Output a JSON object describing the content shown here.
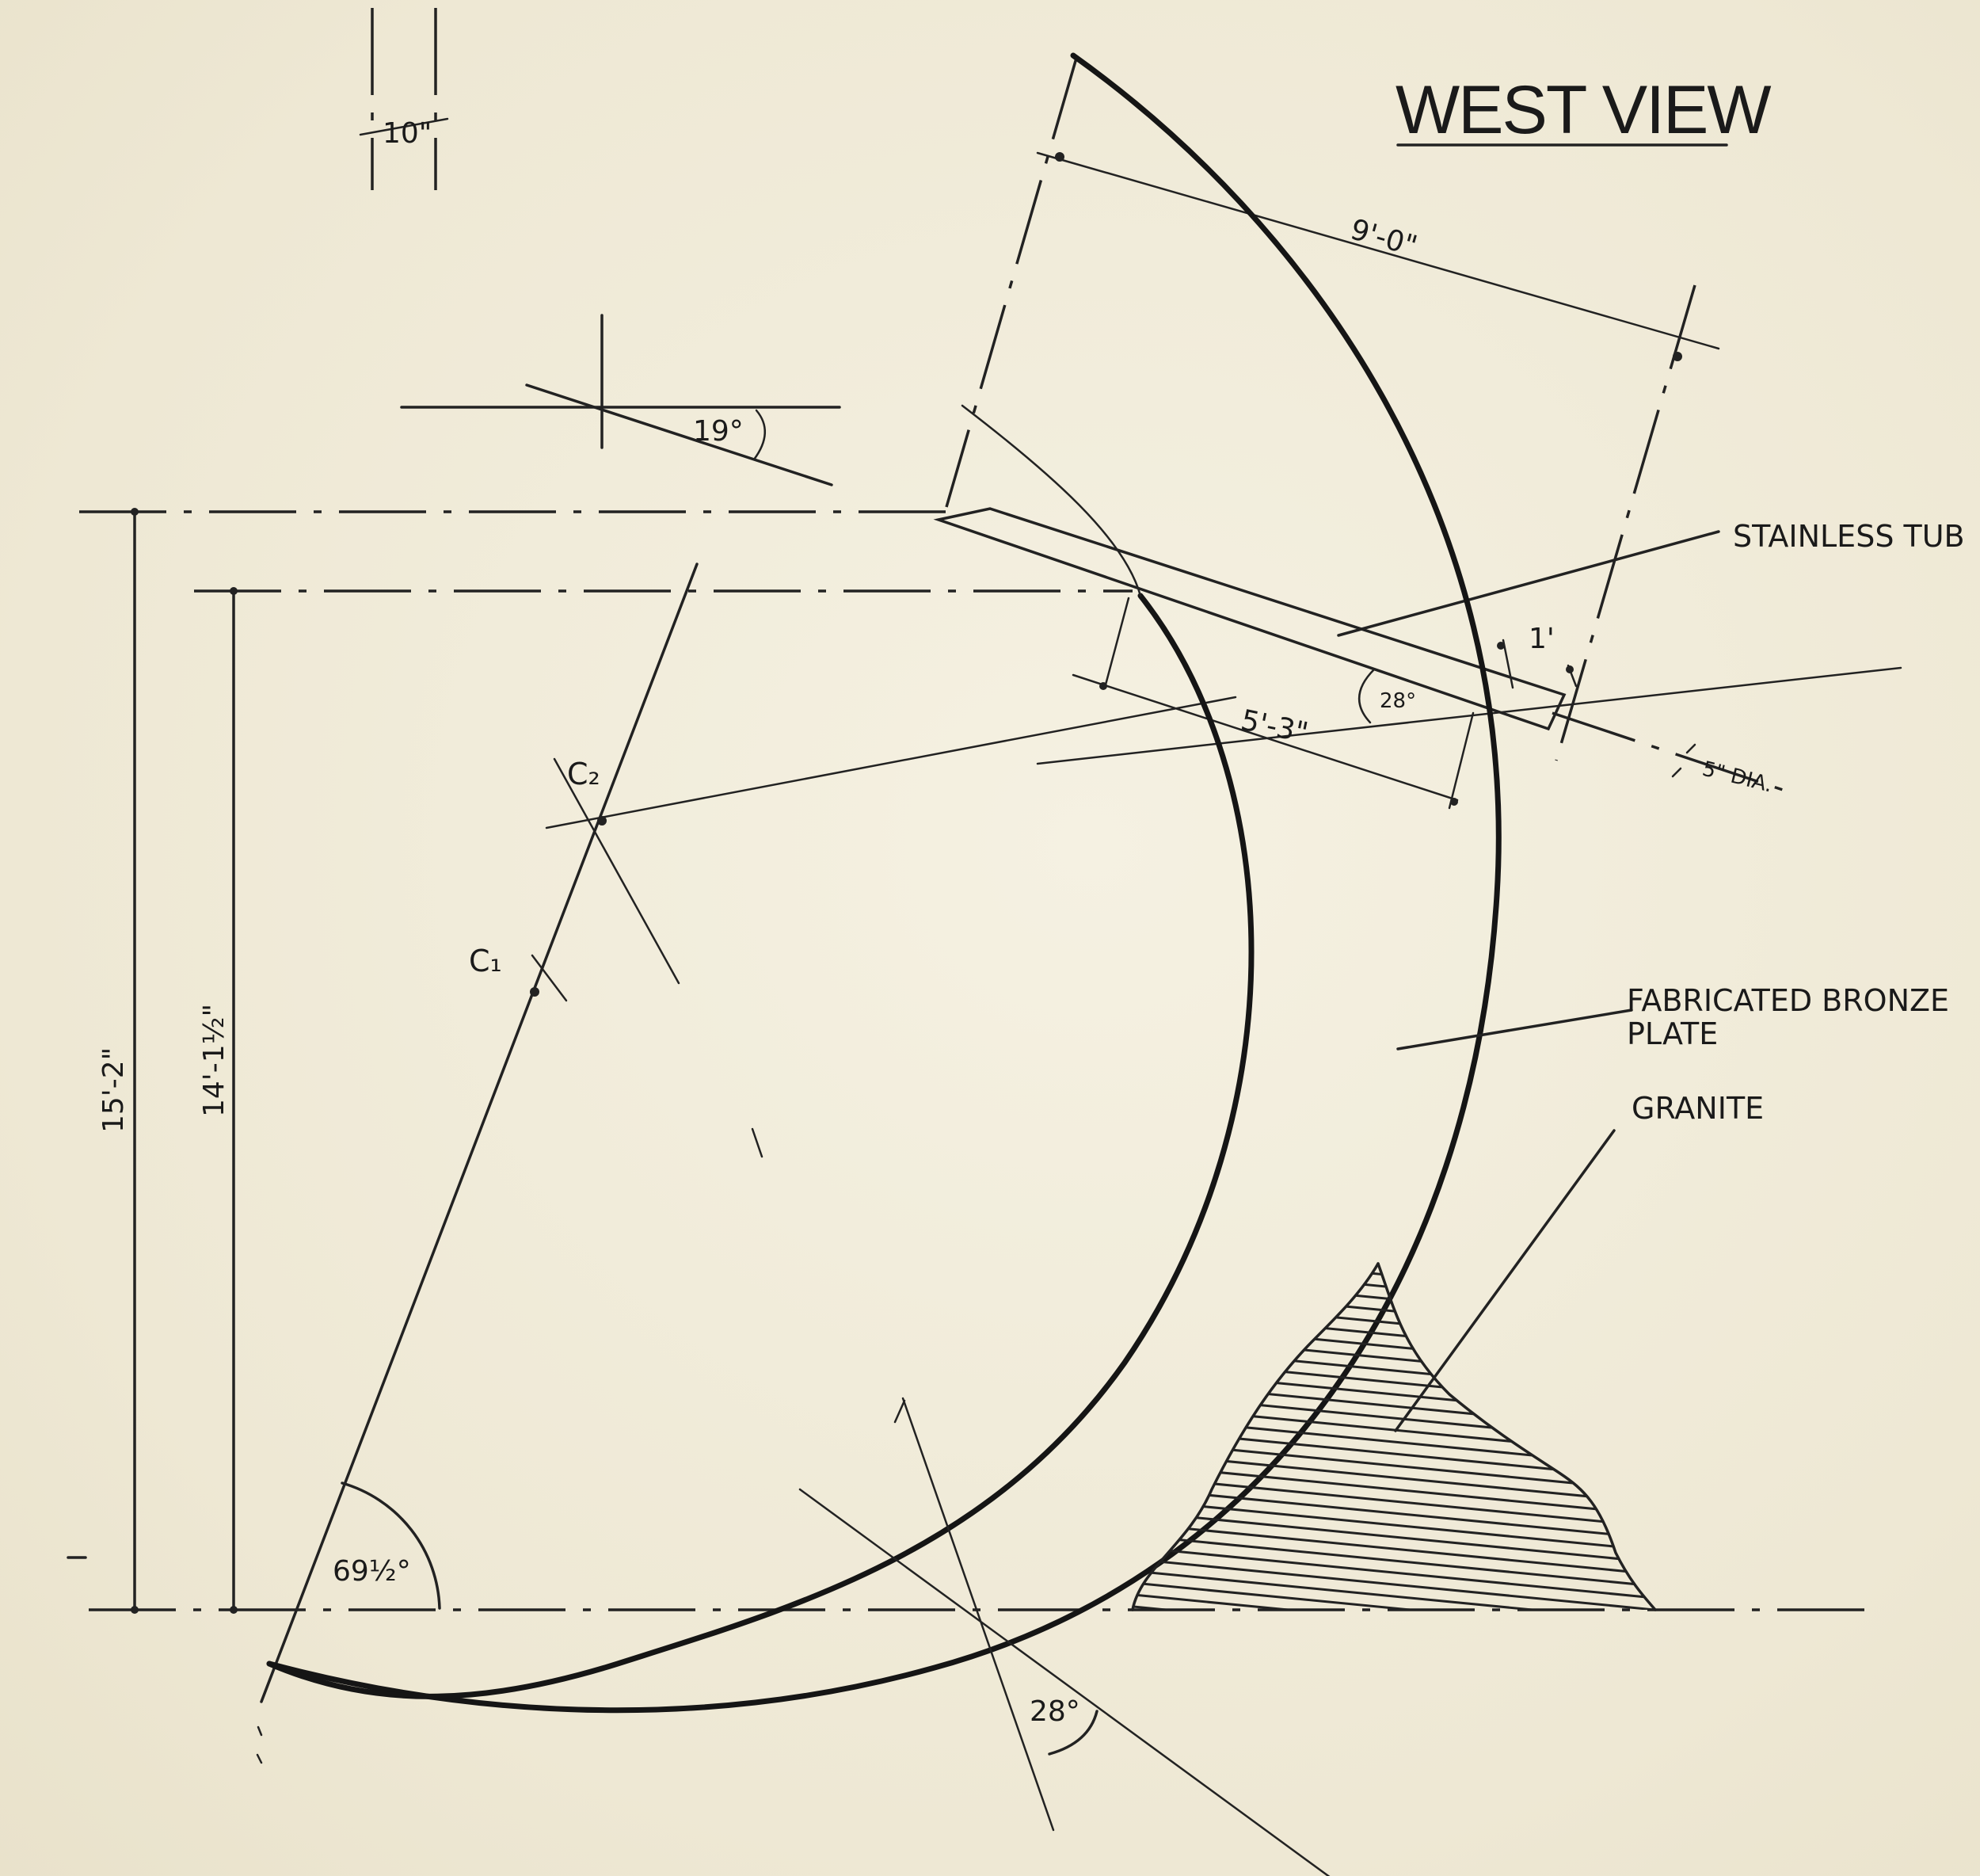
{
  "drawing": {
    "title": "WEST VIEW",
    "labels": {
      "stainless_tube": "STAINLESS TUB",
      "bronze_plate_line1": "FABRICATED BRONZE",
      "bronze_plate_line2": "PLATE",
      "granite": "GRANITE",
      "center_1": "C₁",
      "center_2": "C₂"
    },
    "dimensions": {
      "top_width": "10\"",
      "tube_angle": "19°",
      "overall_height": "15'-2\"",
      "inner_height": "14'-1½\"",
      "span": "9'-0\"",
      "offset": "1'",
      "tube_diameter": "5\" DIA.",
      "chord": "5'-3\"",
      "upper_angle": "28°",
      "base_angle": "69½°",
      "lower_angle": "28°"
    },
    "colors": {
      "paper": "#f1ecdb",
      "ink": "#1a1a1a"
    }
  }
}
